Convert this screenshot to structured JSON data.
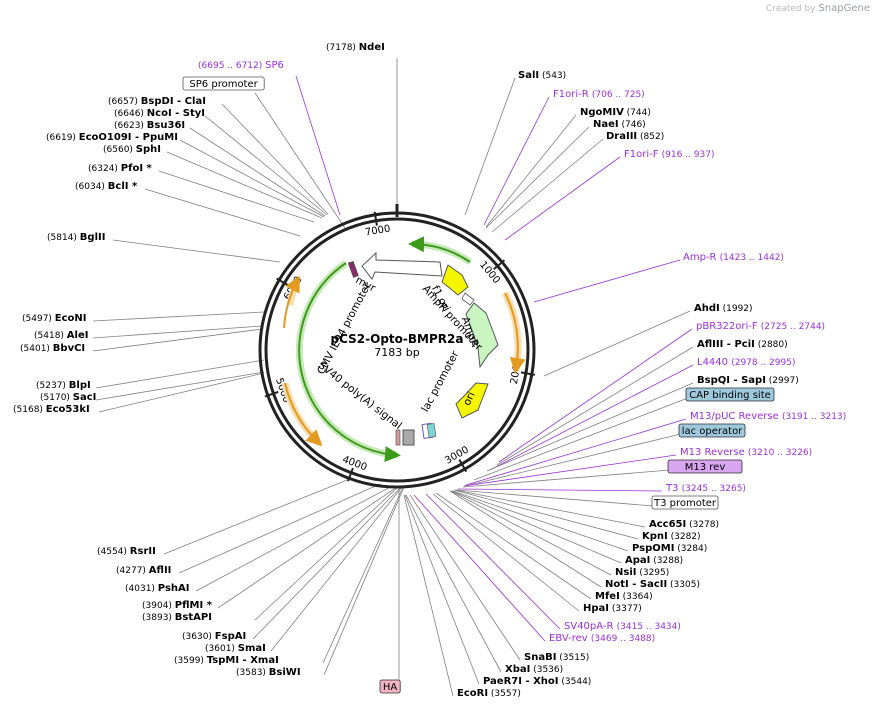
{
  "credit": {
    "prefix": "Created by",
    "brand": "SnapGene"
  },
  "plasmid": {
    "name": "pCS2-Opto-BMPR2a",
    "size_label": "7183 bp"
  },
  "ruler": [
    {
      "label": "1000",
      "bp": 1000
    },
    {
      "label": "2000",
      "bp": 2000
    },
    {
      "label": "3000",
      "bp": 3000
    },
    {
      "label": "4000",
      "bp": 4000
    },
    {
      "label": "5000",
      "bp": 5000
    },
    {
      "label": "6000",
      "bp": 6000
    },
    {
      "label": "7000",
      "bp": 7000
    }
  ],
  "colors": {
    "enzyme_text": "#000000",
    "primer": "#9b30d9",
    "feature_green": "#3d9b1b",
    "feature_yellow": "#f5f500",
    "feature_mint": "#c8f5c0",
    "feature_orange": "#e29a1f",
    "highlight_blue": "#9ec9dc",
    "highlight_purple": "#d9a6f2",
    "highlight_pink": "#f2b3c6",
    "leader_gray": "#808080"
  },
  "sites": [
    {
      "id": "ndei",
      "side": "L",
      "pos": "(7178)",
      "name": "NdeI"
    },
    {
      "id": "sp6",
      "side": "L",
      "kind": "primer",
      "pos": "(6695 .. 6712)",
      "name": "SP6"
    },
    {
      "id": "sp6p",
      "side": "L",
      "kind": "boxed",
      "name": "SP6 promoter"
    },
    {
      "id": "bspdi",
      "side": "L",
      "pos": "(6657)",
      "name": "BspDI",
      "extra": "- ClaI"
    },
    {
      "id": "ncoi",
      "side": "L",
      "pos": "(6646)",
      "name": "NcoI",
      "extra": "- StyI"
    },
    {
      "id": "bsu36",
      "side": "L",
      "pos": "(6623)",
      "name": "Bsu36I"
    },
    {
      "id": "eco109",
      "side": "L",
      "pos": "(6619)",
      "name": "EcoO109I",
      "extra": "- PpuMI"
    },
    {
      "id": "sphi",
      "side": "L",
      "pos": "(6560)",
      "name": "SphI"
    },
    {
      "id": "pfoi",
      "side": "L",
      "pos": "(6324)",
      "name": "PfoI *"
    },
    {
      "id": "bcli",
      "side": "L",
      "pos": "(6034)",
      "name": "BclI *"
    },
    {
      "id": "bglii",
      "side": "L",
      "pos": "(5814)",
      "name": "BglII"
    },
    {
      "id": "econi",
      "side": "L",
      "pos": "(5497)",
      "name": "EcoNI"
    },
    {
      "id": "alei",
      "side": "L",
      "pos": "(5418)",
      "name": "AleI"
    },
    {
      "id": "bbvci",
      "side": "L",
      "pos": "(5401)",
      "name": "BbvCI"
    },
    {
      "id": "blpi",
      "side": "L",
      "pos": "(5237)",
      "name": "BlpI"
    },
    {
      "id": "saci",
      "side": "L",
      "pos": "(5170)",
      "name": "SacI"
    },
    {
      "id": "eco53",
      "side": "L",
      "pos": "(5168)",
      "name": "Eco53kI"
    },
    {
      "id": "rsrii",
      "side": "L",
      "pos": "(4554)",
      "name": "RsrII"
    },
    {
      "id": "afliii2",
      "side": "L",
      "pos": "(4277)",
      "name": "AflII"
    },
    {
      "id": "pshai",
      "side": "L",
      "pos": "(4031)",
      "name": "PshAI"
    },
    {
      "id": "pflmi",
      "side": "L",
      "pos": "(3904)",
      "name": "PflMI *"
    },
    {
      "id": "bstapi",
      "side": "L",
      "pos": "(3893)",
      "name": "BstAPI"
    },
    {
      "id": "fspai",
      "side": "L",
      "pos": "(3630)",
      "name": "FspAI"
    },
    {
      "id": "smai",
      "side": "L",
      "pos": "(3601)",
      "name": "SmaI"
    },
    {
      "id": "tspmi",
      "side": "L",
      "pos": "(3599)",
      "name": "TspMI",
      "extra": "- XmaI"
    },
    {
      "id": "bsiwi",
      "side": "L",
      "pos": "(3583)",
      "name": "BsiWI"
    },
    {
      "id": "ha",
      "side": "L",
      "kind": "boxed-pink",
      "name": "HA"
    },
    {
      "id": "sali",
      "side": "R",
      "name": "SalI",
      "pos": "(543)"
    },
    {
      "id": "f1orir",
      "side": "R",
      "kind": "primer",
      "name": "F1ori-R",
      "pos": "(706 .. 725)"
    },
    {
      "id": "ngomiv",
      "side": "R",
      "name": "NgoMIV",
      "pos": "(744)"
    },
    {
      "id": "naei",
      "side": "R",
      "name": "NaeI",
      "pos": "(746)"
    },
    {
      "id": "draiii",
      "side": "R",
      "name": "DraIII",
      "pos": "(852)"
    },
    {
      "id": "f1orif",
      "side": "R",
      "kind": "primer",
      "name": "F1ori-F",
      "pos": "(916 .. 937)"
    },
    {
      "id": "ampr",
      "side": "R",
      "kind": "primer",
      "name": "Amp-R",
      "pos": "(1423 .. 1442)"
    },
    {
      "id": "ahdi",
      "side": "R",
      "name": "AhdI",
      "pos": "(1992)"
    },
    {
      "id": "pbr",
      "side": "R",
      "kind": "primer",
      "name": "pBR322ori-F",
      "pos": "(2725 .. 2744)"
    },
    {
      "id": "afliii",
      "side": "R",
      "name": "AflIII",
      "extra": "- PciI",
      "pos": "(2880)"
    },
    {
      "id": "l4440",
      "side": "R",
      "kind": "primer",
      "name": "L4440",
      "pos": "(2978 .. 2995)"
    },
    {
      "id": "bspqi",
      "side": "R",
      "name": "BspQI",
      "extra": "- SapI",
      "pos": "(2997)"
    },
    {
      "id": "cap",
      "side": "R",
      "kind": "boxed-blue",
      "name": "CAP binding site"
    },
    {
      "id": "m13puc",
      "side": "R",
      "kind": "primer",
      "name": "M13/pUC Reverse",
      "pos": "(3191 .. 3213)"
    },
    {
      "id": "lacop",
      "side": "R",
      "kind": "boxed-blue",
      "name": "lac operator"
    },
    {
      "id": "m13r",
      "side": "R",
      "kind": "primer",
      "name": "M13 Reverse",
      "pos": "(3210 .. 3226)"
    },
    {
      "id": "m13rev",
      "side": "R",
      "kind": "boxed-purple",
      "name": "M13 rev"
    },
    {
      "id": "t3",
      "side": "R",
      "kind": "primer",
      "name": "T3",
      "pos": "(3245 .. 3265)"
    },
    {
      "id": "t3p",
      "side": "R",
      "kind": "boxed",
      "name": "T3 promoter"
    },
    {
      "id": "acc65",
      "side": "R",
      "name": "Acc65I",
      "pos": "(3278)"
    },
    {
      "id": "kpni",
      "side": "R",
      "name": "KpnI",
      "pos": "(3282)"
    },
    {
      "id": "pspomi",
      "side": "R",
      "name": "PspOMI",
      "pos": "(3284)"
    },
    {
      "id": "apai",
      "side": "R",
      "name": "ApaI",
      "pos": "(3288)"
    },
    {
      "id": "nsii",
      "side": "R",
      "name": "NsiI",
      "pos": "(3295)"
    },
    {
      "id": "noti",
      "side": "R",
      "name": "NotI",
      "extra": "- SacII",
      "pos": "(3305)"
    },
    {
      "id": "mfei",
      "side": "R",
      "name": "MfeI",
      "pos": "(3364)"
    },
    {
      "id": "hpai",
      "side": "R",
      "name": "HpaI",
      "pos": "(3377)"
    },
    {
      "id": "sv40pa",
      "side": "R",
      "kind": "primer",
      "name": "SV40pA-R",
      "pos": "(3415 .. 3434)"
    },
    {
      "id": "ebv",
      "side": "R",
      "kind": "primer",
      "name": "EBV-rev",
      "pos": "(3469 .. 3488)"
    },
    {
      "id": "snabi",
      "side": "R",
      "name": "SnaBI",
      "pos": "(3515)"
    },
    {
      "id": "xbai",
      "side": "R",
      "name": "XbaI",
      "pos": "(3536)"
    },
    {
      "id": "paer7",
      "side": "R",
      "name": "PaeR7I",
      "extra": "- XhoI",
      "pos": "(3544)"
    },
    {
      "id": "ecori",
      "side": "R",
      "name": "EcoRI",
      "pos": "(3557)"
    }
  ],
  "features": [
    {
      "id": "cmv",
      "name": "CMV IE94 promoter"
    },
    {
      "id": "myr",
      "name": "myr"
    },
    {
      "id": "f1ori",
      "name": "f1 ori"
    },
    {
      "id": "ampprom",
      "name": "AmpR promoter"
    },
    {
      "id": "amprf",
      "name": "AmpR"
    },
    {
      "id": "lacprom",
      "name": "lac promoter"
    },
    {
      "id": "ori",
      "name": "ori"
    },
    {
      "id": "sv40pa",
      "name": "SV40 poly(A) signal"
    }
  ]
}
